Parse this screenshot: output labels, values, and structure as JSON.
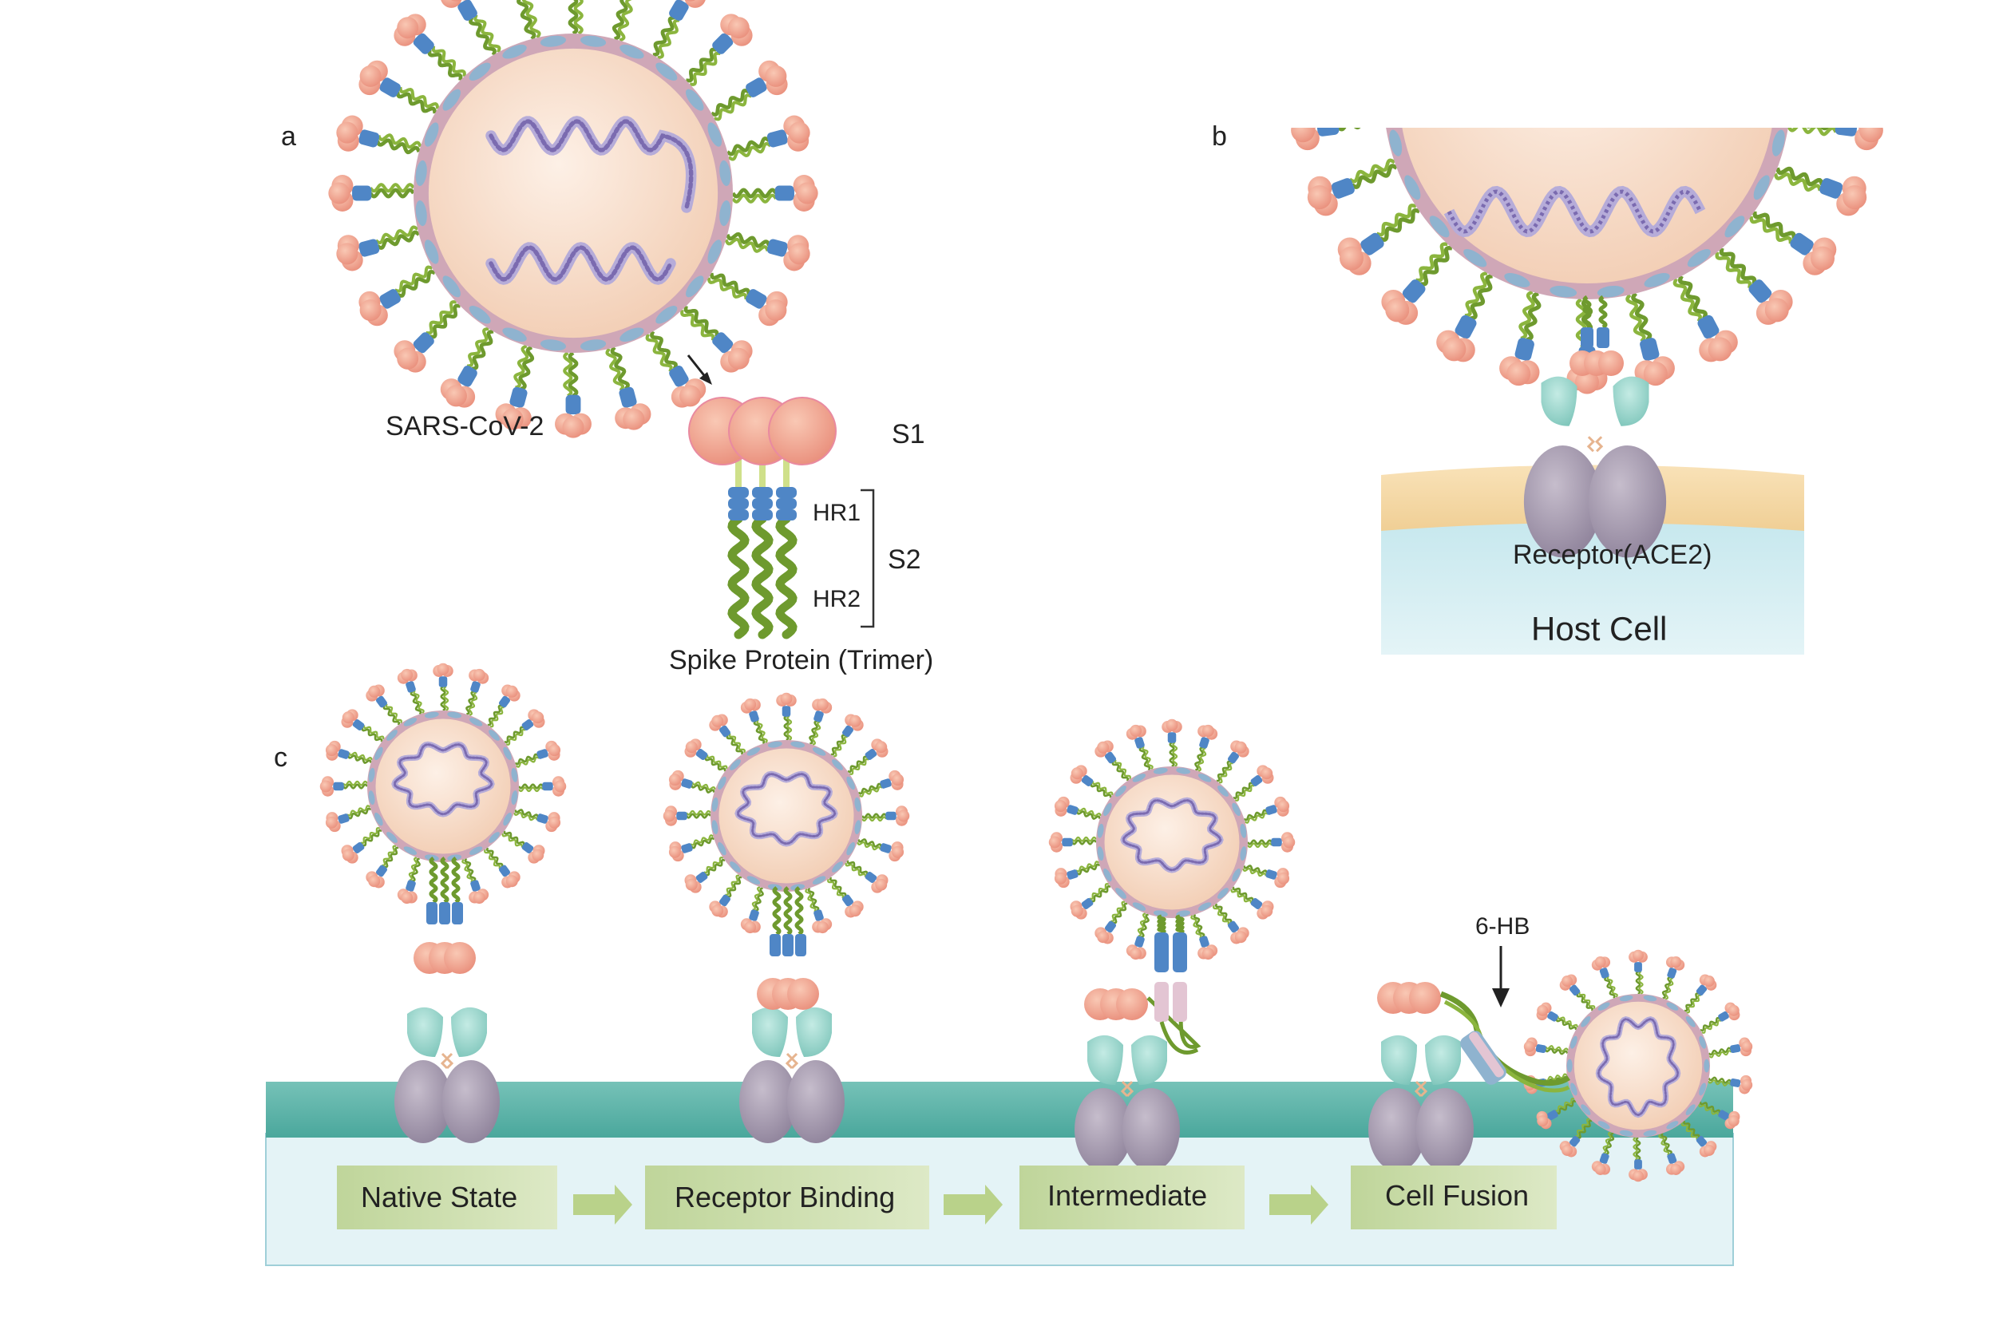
{
  "panels": {
    "a": {
      "letter": "a",
      "virus_label": "SARS-CoV-2",
      "s1_label": "S1",
      "s2_label": "S2",
      "hr1_label": "HR1",
      "hr2_label": "HR2",
      "spike_label": "Spike Protein (Trimer)"
    },
    "b": {
      "letter": "b",
      "receptor_label": "Receptor(ACE2)",
      "host_label": "Host Cell"
    },
    "c": {
      "letter": "c",
      "hb_label": "6-HB",
      "steps": [
        "Native State",
        "Receptor Binding",
        "Intermediate",
        "Cell Fusion"
      ]
    }
  },
  "colors": {
    "capsid": "#f6d9c4",
    "envelope": "#cfa7b7",
    "rna": "#7b6bb0",
    "s1": "#ef9f8a",
    "hr1": "#4f86c6",
    "hr2": "#6e9a2e",
    "ace2_top": "#8fd1c8",
    "ace2_bottom": "#a59aae",
    "membrane": "#5bb3a9",
    "cytoplasm": "#d6eef2",
    "step_box": "#cfe0ad",
    "arrow": "#b9d28a"
  }
}
